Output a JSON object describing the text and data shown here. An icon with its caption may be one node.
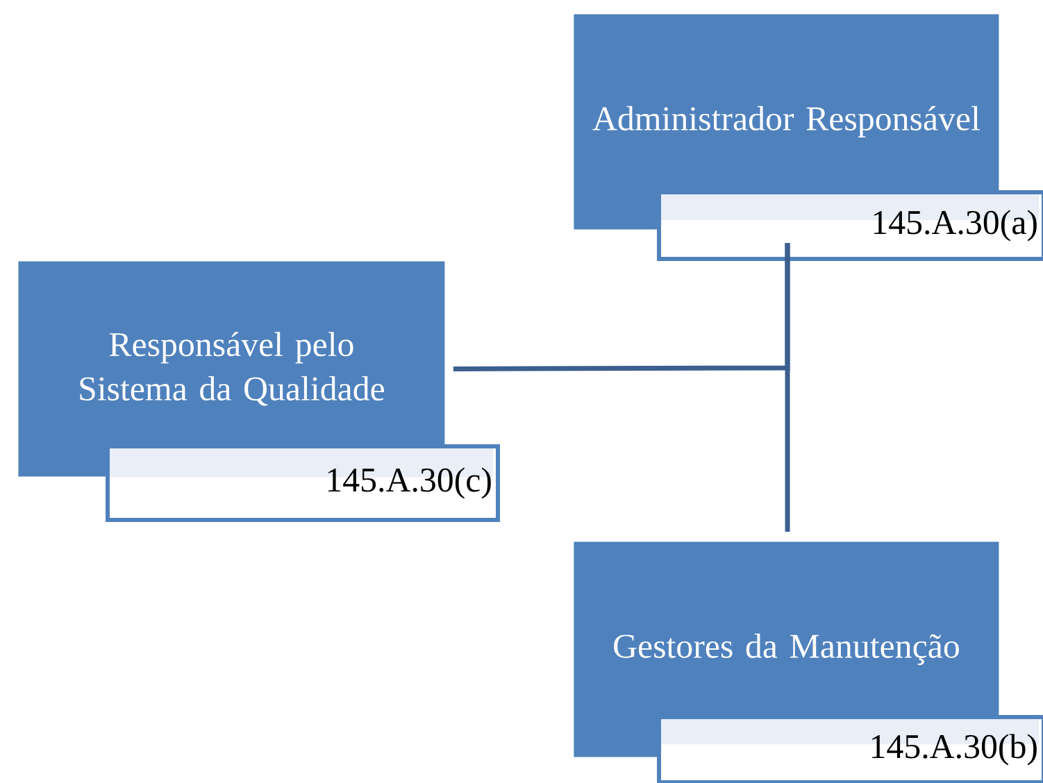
{
  "diagram": {
    "nodes": [
      {
        "text": [
          "Administrador Responsável"
        ]
      },
      {
        "text": [
          "145.A.30(a)"
        ]
      },
      {
        "text": [
          "Responsável pelo Sistema da Qualidade"
        ]
      },
      {
        "text": [
          "145.A.30(c)"
        ]
      },
      {
        "text": [
          "Gestores da Manutenção"
        ]
      },
      {
        "text": [
          "145.A.30(b)"
        ]
      }
    ],
    "edges": [
      {
        "from": 1,
        "to": 4,
        "arrow": "none"
      },
      {
        "from": 2,
        "to": 1,
        "arrow": "none"
      }
    ]
  }
}
